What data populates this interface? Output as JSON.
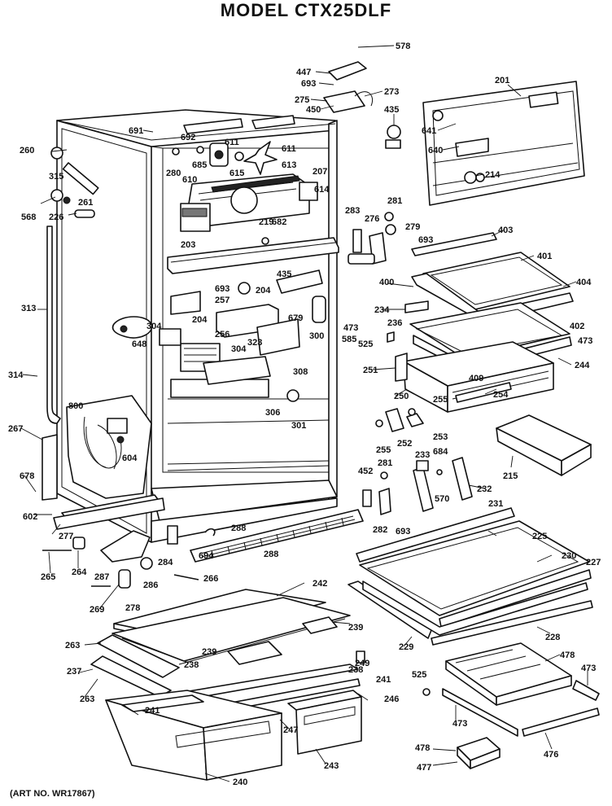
{
  "title": "MODEL CTX25DLF",
  "art_number": "(ART NO. WR17867)",
  "part_labels": [
    {
      "n": "578"
    },
    {
      "n": "447"
    },
    {
      "n": "693"
    },
    {
      "n": "273"
    },
    {
      "n": "275"
    },
    {
      "n": "450"
    },
    {
      "n": "435"
    },
    {
      "n": "201"
    },
    {
      "n": "641"
    },
    {
      "n": "640"
    },
    {
      "n": "214"
    },
    {
      "n": "691"
    },
    {
      "n": "692"
    },
    {
      "n": "611"
    },
    {
      "n": "611"
    },
    {
      "n": "685"
    },
    {
      "n": "615"
    },
    {
      "n": "613"
    },
    {
      "n": "610"
    },
    {
      "n": "280"
    },
    {
      "n": "207"
    },
    {
      "n": "614"
    },
    {
      "n": "260"
    },
    {
      "n": "315"
    },
    {
      "n": "261"
    },
    {
      "n": "568"
    },
    {
      "n": "226"
    },
    {
      "n": "219"
    },
    {
      "n": "682"
    },
    {
      "n": "283"
    },
    {
      "n": "276"
    },
    {
      "n": "281"
    },
    {
      "n": "279"
    },
    {
      "n": "693"
    },
    {
      "n": "403"
    },
    {
      "n": "203"
    },
    {
      "n": "401"
    },
    {
      "n": "435"
    },
    {
      "n": "204"
    },
    {
      "n": "400"
    },
    {
      "n": "404"
    },
    {
      "n": "693"
    },
    {
      "n": "257"
    },
    {
      "n": "234"
    },
    {
      "n": "313"
    },
    {
      "n": "204"
    },
    {
      "n": "679"
    },
    {
      "n": "304"
    },
    {
      "n": "256"
    },
    {
      "n": "300"
    },
    {
      "n": "236"
    },
    {
      "n": "402"
    },
    {
      "n": "473"
    },
    {
      "n": "473"
    },
    {
      "n": "525"
    },
    {
      "n": "323"
    },
    {
      "n": "585"
    },
    {
      "n": "648"
    },
    {
      "n": "304"
    },
    {
      "n": "308"
    },
    {
      "n": "251"
    },
    {
      "n": "244"
    },
    {
      "n": "409"
    },
    {
      "n": "314"
    },
    {
      "n": "254"
    },
    {
      "n": "250"
    },
    {
      "n": "306"
    },
    {
      "n": "800"
    },
    {
      "n": "255"
    },
    {
      "n": "301"
    },
    {
      "n": "253"
    },
    {
      "n": "267"
    },
    {
      "n": "255"
    },
    {
      "n": "252"
    },
    {
      "n": "604"
    },
    {
      "n": "233"
    },
    {
      "n": "684"
    },
    {
      "n": "215"
    },
    {
      "n": "281"
    },
    {
      "n": "678"
    },
    {
      "n": "452"
    },
    {
      "n": "570"
    },
    {
      "n": "232"
    },
    {
      "n": "602"
    },
    {
      "n": "231"
    },
    {
      "n": "282"
    },
    {
      "n": "693"
    },
    {
      "n": "277"
    },
    {
      "n": "288"
    },
    {
      "n": "225"
    },
    {
      "n": "694"
    },
    {
      "n": "288"
    },
    {
      "n": "264"
    },
    {
      "n": "287"
    },
    {
      "n": "284"
    },
    {
      "n": "230"
    },
    {
      "n": "227"
    },
    {
      "n": "265"
    },
    {
      "n": "286"
    },
    {
      "n": "266"
    },
    {
      "n": "242"
    },
    {
      "n": "269"
    },
    {
      "n": "278"
    },
    {
      "n": "239"
    },
    {
      "n": "228"
    },
    {
      "n": "263"
    },
    {
      "n": "229"
    },
    {
      "n": "478"
    },
    {
      "n": "239"
    },
    {
      "n": "238"
    },
    {
      "n": "249"
    },
    {
      "n": "237"
    },
    {
      "n": "525"
    },
    {
      "n": "473"
    },
    {
      "n": "238"
    },
    {
      "n": "241"
    },
    {
      "n": "263"
    },
    {
      "n": "246"
    },
    {
      "n": "241"
    },
    {
      "n": "473"
    },
    {
      "n": "247"
    },
    {
      "n": "476"
    },
    {
      "n": "478"
    },
    {
      "n": "477"
    },
    {
      "n": "243"
    },
    {
      "n": "240"
    }
  ]
}
